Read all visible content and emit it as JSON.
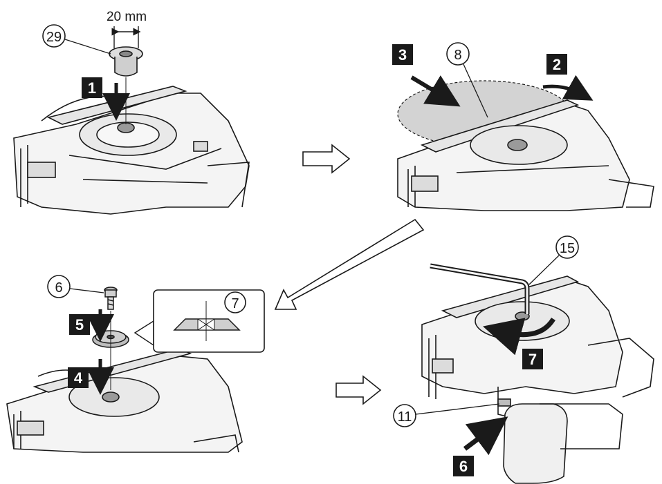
{
  "dimension": {
    "value": "20 mm"
  },
  "parts": {
    "p29": "29",
    "p8": "8",
    "p6": "6",
    "p7": "7",
    "p15": "15",
    "p11": "11"
  },
  "steps": {
    "s1": "1",
    "s2": "2",
    "s3": "3",
    "s4": "4",
    "s5": "5",
    "s6": "6",
    "s7": "7"
  },
  "colors": {
    "ink": "#1a1a1a",
    "fill_light": "#f2f2f2",
    "fill_mid": "#d9d9d9",
    "blade_gray": "#cfcfcf",
    "step_box": "#1a1a1a",
    "step_text": "#ffffff"
  }
}
